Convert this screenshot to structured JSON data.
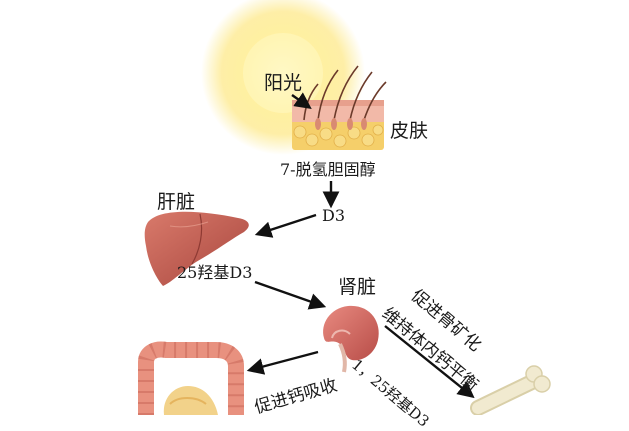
{
  "labels": {
    "sunlight": "阳光",
    "skin": "皮肤",
    "precursor": "7-脱氢胆固醇",
    "d3": "D3",
    "liver": "肝脏",
    "calcidiol": "25羟基D3",
    "kidney": "肾脏",
    "calcitriol": "1，25羟基D3",
    "bone_effect_line1": "促进骨矿化",
    "bone_effect_line2": "维持体内钙平衡",
    "intestine_effect": "促进钙吸收"
  },
  "colors": {
    "sun_core": "#fff3a0",
    "sun_glow": "#fde97a",
    "skin_pink": "#f2b9a8",
    "skin_yellow": "#f5cf6a",
    "liver": "#c9675a",
    "kidney": "#d9776e",
    "intestine": "#e8917f",
    "bone": "#efe6c8",
    "arrow": "#111111"
  }
}
